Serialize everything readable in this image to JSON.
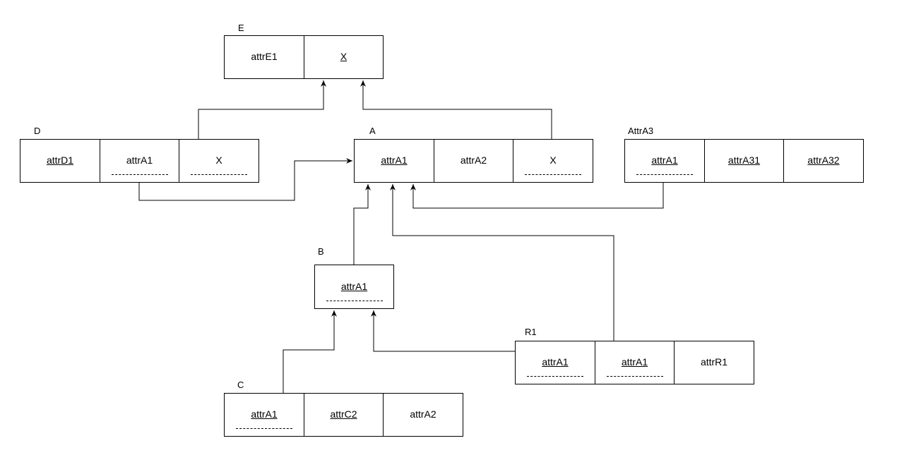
{
  "tables": [
    {
      "id": "E",
      "label": "E",
      "cells": [
        {
          "text": "attrE1",
          "pk": false,
          "fk": false
        },
        {
          "text": "X",
          "pk": true,
          "fk": false
        }
      ]
    },
    {
      "id": "D",
      "label": "D",
      "cells": [
        {
          "text": "attrD1",
          "pk": true,
          "fk": false
        },
        {
          "text": "attrA1",
          "pk": false,
          "fk": true
        },
        {
          "text": "X",
          "pk": false,
          "fk": true
        }
      ]
    },
    {
      "id": "A",
      "label": "A",
      "cells": [
        {
          "text": "attrA1",
          "pk": true,
          "fk": false
        },
        {
          "text": "attrA2",
          "pk": false,
          "fk": false
        },
        {
          "text": "X",
          "pk": false,
          "fk": true
        }
      ]
    },
    {
      "id": "AttrA3",
      "label": "AttrA3",
      "cells": [
        {
          "text": "attrA1",
          "pk": true,
          "fk": true
        },
        {
          "text": "attrA31",
          "pk": true,
          "fk": false
        },
        {
          "text": "attrA32",
          "pk": true,
          "fk": false
        }
      ]
    },
    {
      "id": "B",
      "label": "B",
      "cells": [
        {
          "text": "attrA1",
          "pk": true,
          "fk": true
        }
      ]
    },
    {
      "id": "R1",
      "label": "R1",
      "cells": [
        {
          "text": "attrA1",
          "pk": true,
          "fk": true
        },
        {
          "text": "attrA1",
          "pk": true,
          "fk": true
        },
        {
          "text": "attrR1",
          "pk": false,
          "fk": false
        }
      ]
    },
    {
      "id": "C",
      "label": "C",
      "cells": [
        {
          "text": "attrA1",
          "pk": true,
          "fk": true
        },
        {
          "text": "attrC2",
          "pk": true,
          "fk": false
        },
        {
          "text": "attrA2",
          "pk": false,
          "fk": false
        }
      ]
    }
  ],
  "references": [
    {
      "from": "D.attrA1",
      "to": "A.attrA1"
    },
    {
      "from": "D.X",
      "to": "E.X"
    },
    {
      "from": "A.X",
      "to": "E.X"
    },
    {
      "from": "AttrA3.attrA1",
      "to": "A.attrA1"
    },
    {
      "from": "B.attrA1",
      "to": "A.attrA1"
    },
    {
      "from": "R1.attrA1",
      "to": "A.attrA1"
    },
    {
      "from": "R1.attrA1",
      "to": "B.attrA1"
    },
    {
      "from": "C.attrA1",
      "to": "B.attrA1"
    }
  ]
}
